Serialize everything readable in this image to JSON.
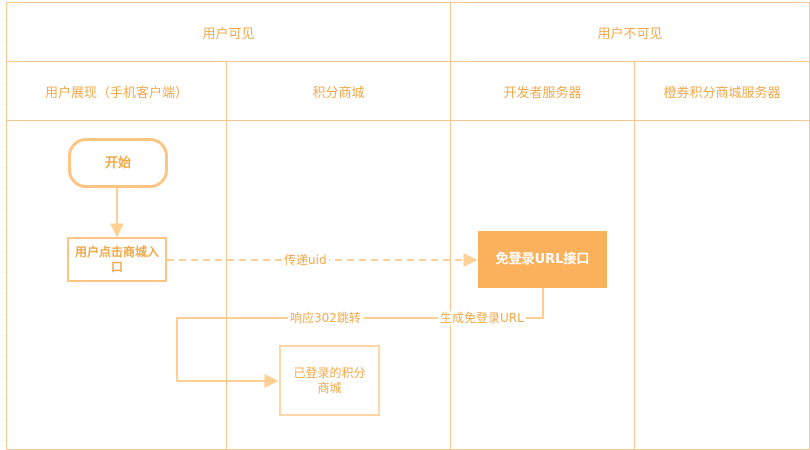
{
  "header": {
    "visible_label": "用户可见",
    "invisible_label": "用户不可见"
  },
  "lanes": [
    "用户展现（手机客户端）",
    "积分商城",
    "开发者服务器",
    "橙券积分商城服务器"
  ],
  "nodes": {
    "start": "开始",
    "user_click": "用户点击商城入口",
    "free_login": "免登录URL接口",
    "logged_in": "已登录的积分商城"
  },
  "edges": {
    "pass_uid": "传递uid",
    "generate_url": "生成免登录URL",
    "redirect_302": "响应302跳转"
  },
  "colors": {
    "accent": "#f0a94a",
    "line": "#ffcf94",
    "node_fill": "#fbb05c"
  }
}
